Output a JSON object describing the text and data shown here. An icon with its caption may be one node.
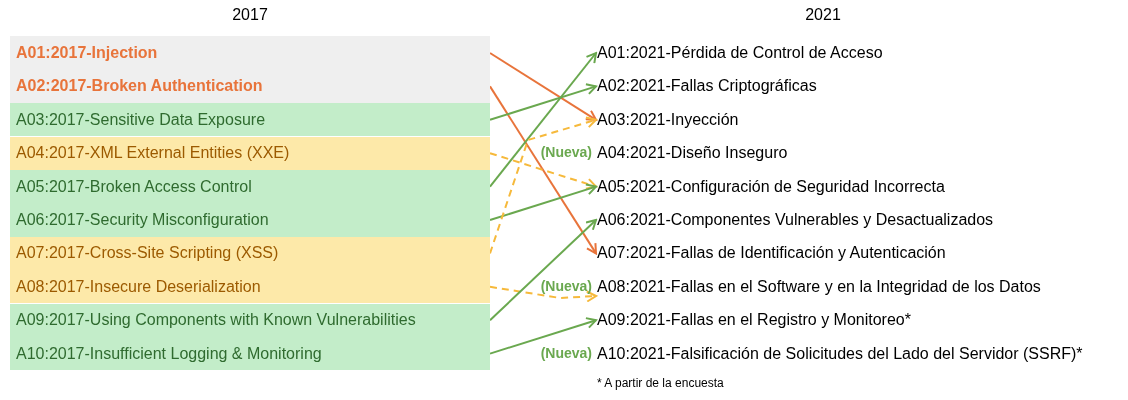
{
  "diagram": {
    "nodes": [
      {
        "text": [
          "A01:2017-Injection"
        ]
      },
      {
        "text": [
          "A02:2017-Broken Authentication"
        ]
      },
      {
        "text": [
          "A03:2017-Sensitive Data Exposure"
        ]
      },
      {
        "text": [
          "A04:2017-XML External Entities (XXE)"
        ]
      },
      {
        "text": [
          "A05:2017-Broken Access Control"
        ]
      },
      {
        "text": [
          "A06:2017-Security Misconfiguration"
        ]
      },
      {
        "text": [
          "A07:2017-Cross-Site Scripting (XSS)"
        ]
      },
      {
        "text": [
          "A08:2017-Insecure Deserialization"
        ]
      },
      {
        "text": [
          "A09:2017-Using Components with Known Vulnerabilities"
        ]
      },
      {
        "text": [
          "A10:2017-Insufficient Logging & Monitoring"
        ]
      },
      {
        "text": [
          "A01:2021-Pérdida de Control de Acceso"
        ]
      },
      {
        "text": [
          "A02:2021-Fallas Criptográficas"
        ]
      },
      {
        "text": [
          "A03:2021-Inyección"
        ]
      },
      {
        "text": [
          "A04:2021-Diseño Inseguro"
        ],
        "beside": [
          "(Nueva)"
        ]
      },
      {
        "text": [
          "A05:2021-Configuración de Seguridad Incorrecta"
        ]
      },
      {
        "text": [
          "A06:2021-Componentes Vulnerables y Desactualizados"
        ]
      },
      {
        "text": [
          "A07:2021-Fallas de Identificación y Autenticación"
        ]
      },
      {
        "text": [
          "A08:2021-Fallas en el Software y en la Integridad de los Datos"
        ],
        "beside": [
          "(Nueva)"
        ]
      },
      {
        "text": [
          "A09:2021-Fallas en el Registro y Monitoreo*"
        ]
      },
      {
        "text": [
          "A10:2021-Falsificación de Solicitudes del Lado del Servidor (SSRF)*"
        ],
        "beside": [
          "(Nueva)"
        ]
      }
    ],
    "edges": [
      {
        "from": 0,
        "to": 12,
        "arrow": "to",
        "color": "#e8743b"
      },
      {
        "from": 1,
        "to": 16,
        "arrow": "to",
        "color": "#e8743b"
      },
      {
        "from": 2,
        "to": 11,
        "arrow": "to"
      },
      {
        "from": 3,
        "to": 14,
        "arrow": "to",
        "style": "dashed",
        "color": "#f6b93b"
      },
      {
        "from": 4,
        "to": 10,
        "arrow": "to"
      },
      {
        "from": 5,
        "to": 14,
        "arrow": "to"
      },
      {
        "from": 6,
        "to": 12,
        "arrow": "to",
        "style": "dashed",
        "color": "#f6b93b"
      },
      {
        "from": 7,
        "to": 17,
        "arrow": "to",
        "style": "dashed",
        "color": "#f6b93b"
      },
      {
        "from": 8,
        "to": 15,
        "arrow": "to"
      },
      {
        "from": 9,
        "to": 18,
        "arrow": "to"
      }
    ],
    "labels": [
      "2017",
      "2021",
      "* A partir de la encuesta"
    ]
  }
}
